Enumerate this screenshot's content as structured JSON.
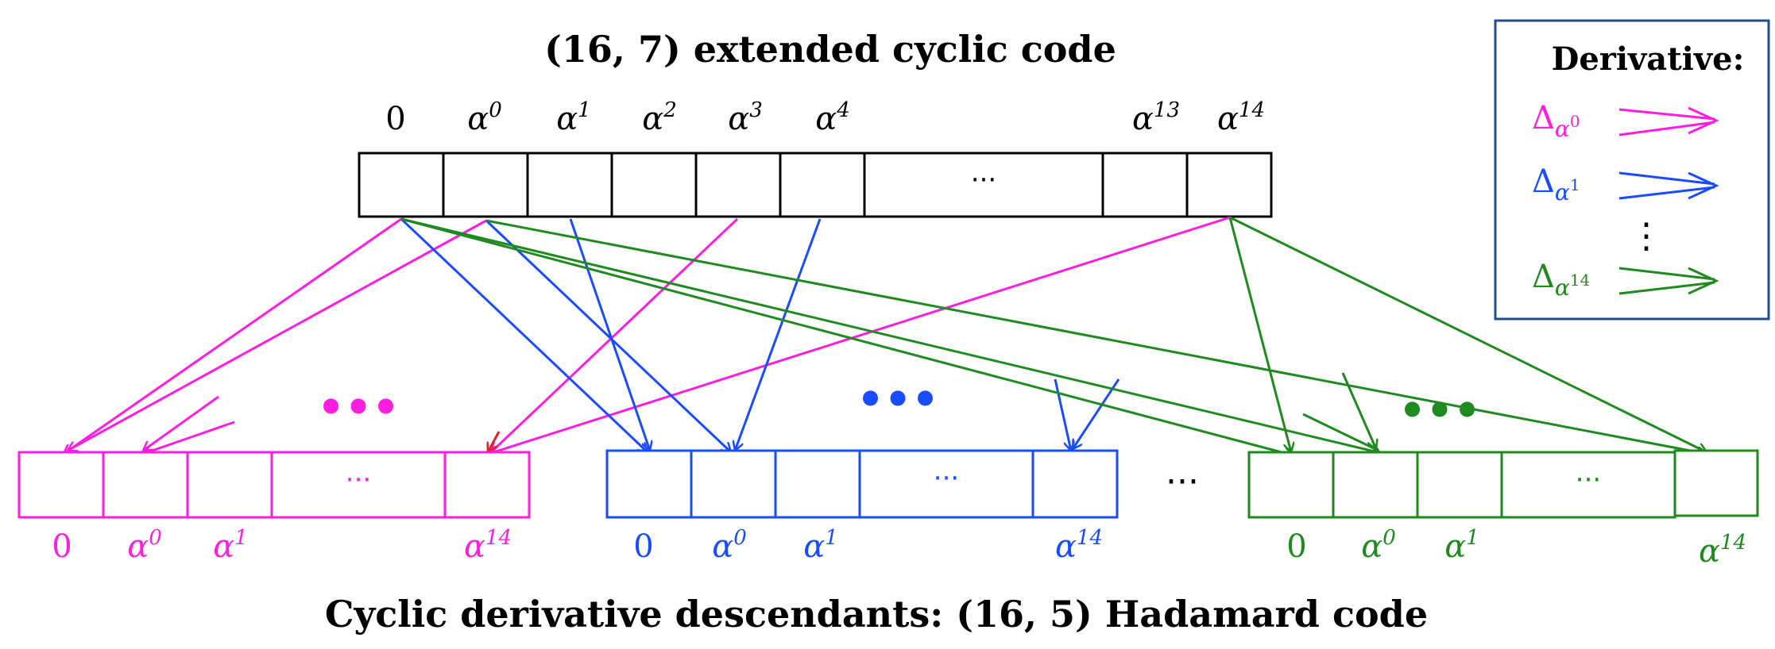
{
  "colors": {
    "magenta": "#ff1ee0",
    "blue": "#1a4cff",
    "green": "#1f8a1f",
    "black": "#000000",
    "legend_border": "#1f4e8c"
  },
  "top": {
    "title": "(16, 7) extended cyclic code",
    "labels": [
      {
        "base": "0",
        "sup": ""
      },
      {
        "base": "α",
        "sup": "0"
      },
      {
        "base": "α",
        "sup": "1"
      },
      {
        "base": "α",
        "sup": "2"
      },
      {
        "base": "α",
        "sup": "3"
      },
      {
        "base": "α",
        "sup": "4"
      },
      {
        "base": "",
        "sup": ""
      },
      {
        "base": "α",
        "sup": "13"
      },
      {
        "base": "α",
        "sup": "14"
      }
    ],
    "ellipsis": "···"
  },
  "descendants": [
    {
      "color": "#ff1ee0",
      "labels": [
        {
          "base": "0",
          "sup": ""
        },
        {
          "base": "α",
          "sup": "0"
        },
        {
          "base": "α",
          "sup": "1"
        },
        {
          "base": "",
          "sup": ""
        },
        {
          "base": "α",
          "sup": "14"
        }
      ],
      "ellipsis": "···",
      "group_dots": "•••"
    },
    {
      "color": "#1a4cff",
      "labels": [
        {
          "base": "0",
          "sup": ""
        },
        {
          "base": "α",
          "sup": "0"
        },
        {
          "base": "α",
          "sup": "1"
        },
        {
          "base": "",
          "sup": ""
        },
        {
          "base": "α",
          "sup": "14"
        }
      ],
      "ellipsis": "···",
      "group_dots": "•••"
    },
    {
      "color": "#1f8a1f",
      "labels": [
        {
          "base": "0",
          "sup": ""
        },
        {
          "base": "α",
          "sup": "0"
        },
        {
          "base": "α",
          "sup": "1"
        },
        {
          "base": "",
          "sup": ""
        },
        {
          "base": "α",
          "sup": "14"
        }
      ],
      "ellipsis": "···",
      "group_dots": "•••"
    }
  ],
  "between_dots": "···",
  "legend": {
    "title": "Derivative:",
    "items": [
      {
        "delta": "Δ",
        "sub": "α",
        "sup": "0",
        "color": "#ff1ee0"
      },
      {
        "delta": "Δ",
        "sub": "α",
        "sup": "1",
        "color": "#1a4cff"
      },
      {
        "delta": "Δ",
        "sub": "α",
        "sup": "14",
        "color": "#1f8a1f"
      }
    ],
    "vdots": "⋮"
  },
  "bottom_title": "Cyclic derivative descendants: (16, 5) Hadamard code"
}
